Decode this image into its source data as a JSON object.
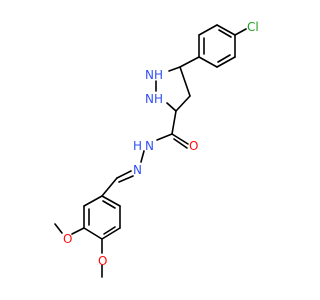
{
  "structure": {
    "atoms": {
      "chlorine": "Cl",
      "nh_top": "NH",
      "nh_bottom": "NH",
      "oxygen_carbonyl": "O",
      "nh_hydrazide": "N",
      "h_hydrazide": "H",
      "n_imine": "N",
      "oxygen_methoxy_1": "O",
      "oxygen_methoxy_2": "O"
    },
    "colors": {
      "bond": "#000000",
      "nitrogen": "#3050F8",
      "oxygen": "#FF0D0D",
      "chlorine": "#1FA01F"
    }
  }
}
